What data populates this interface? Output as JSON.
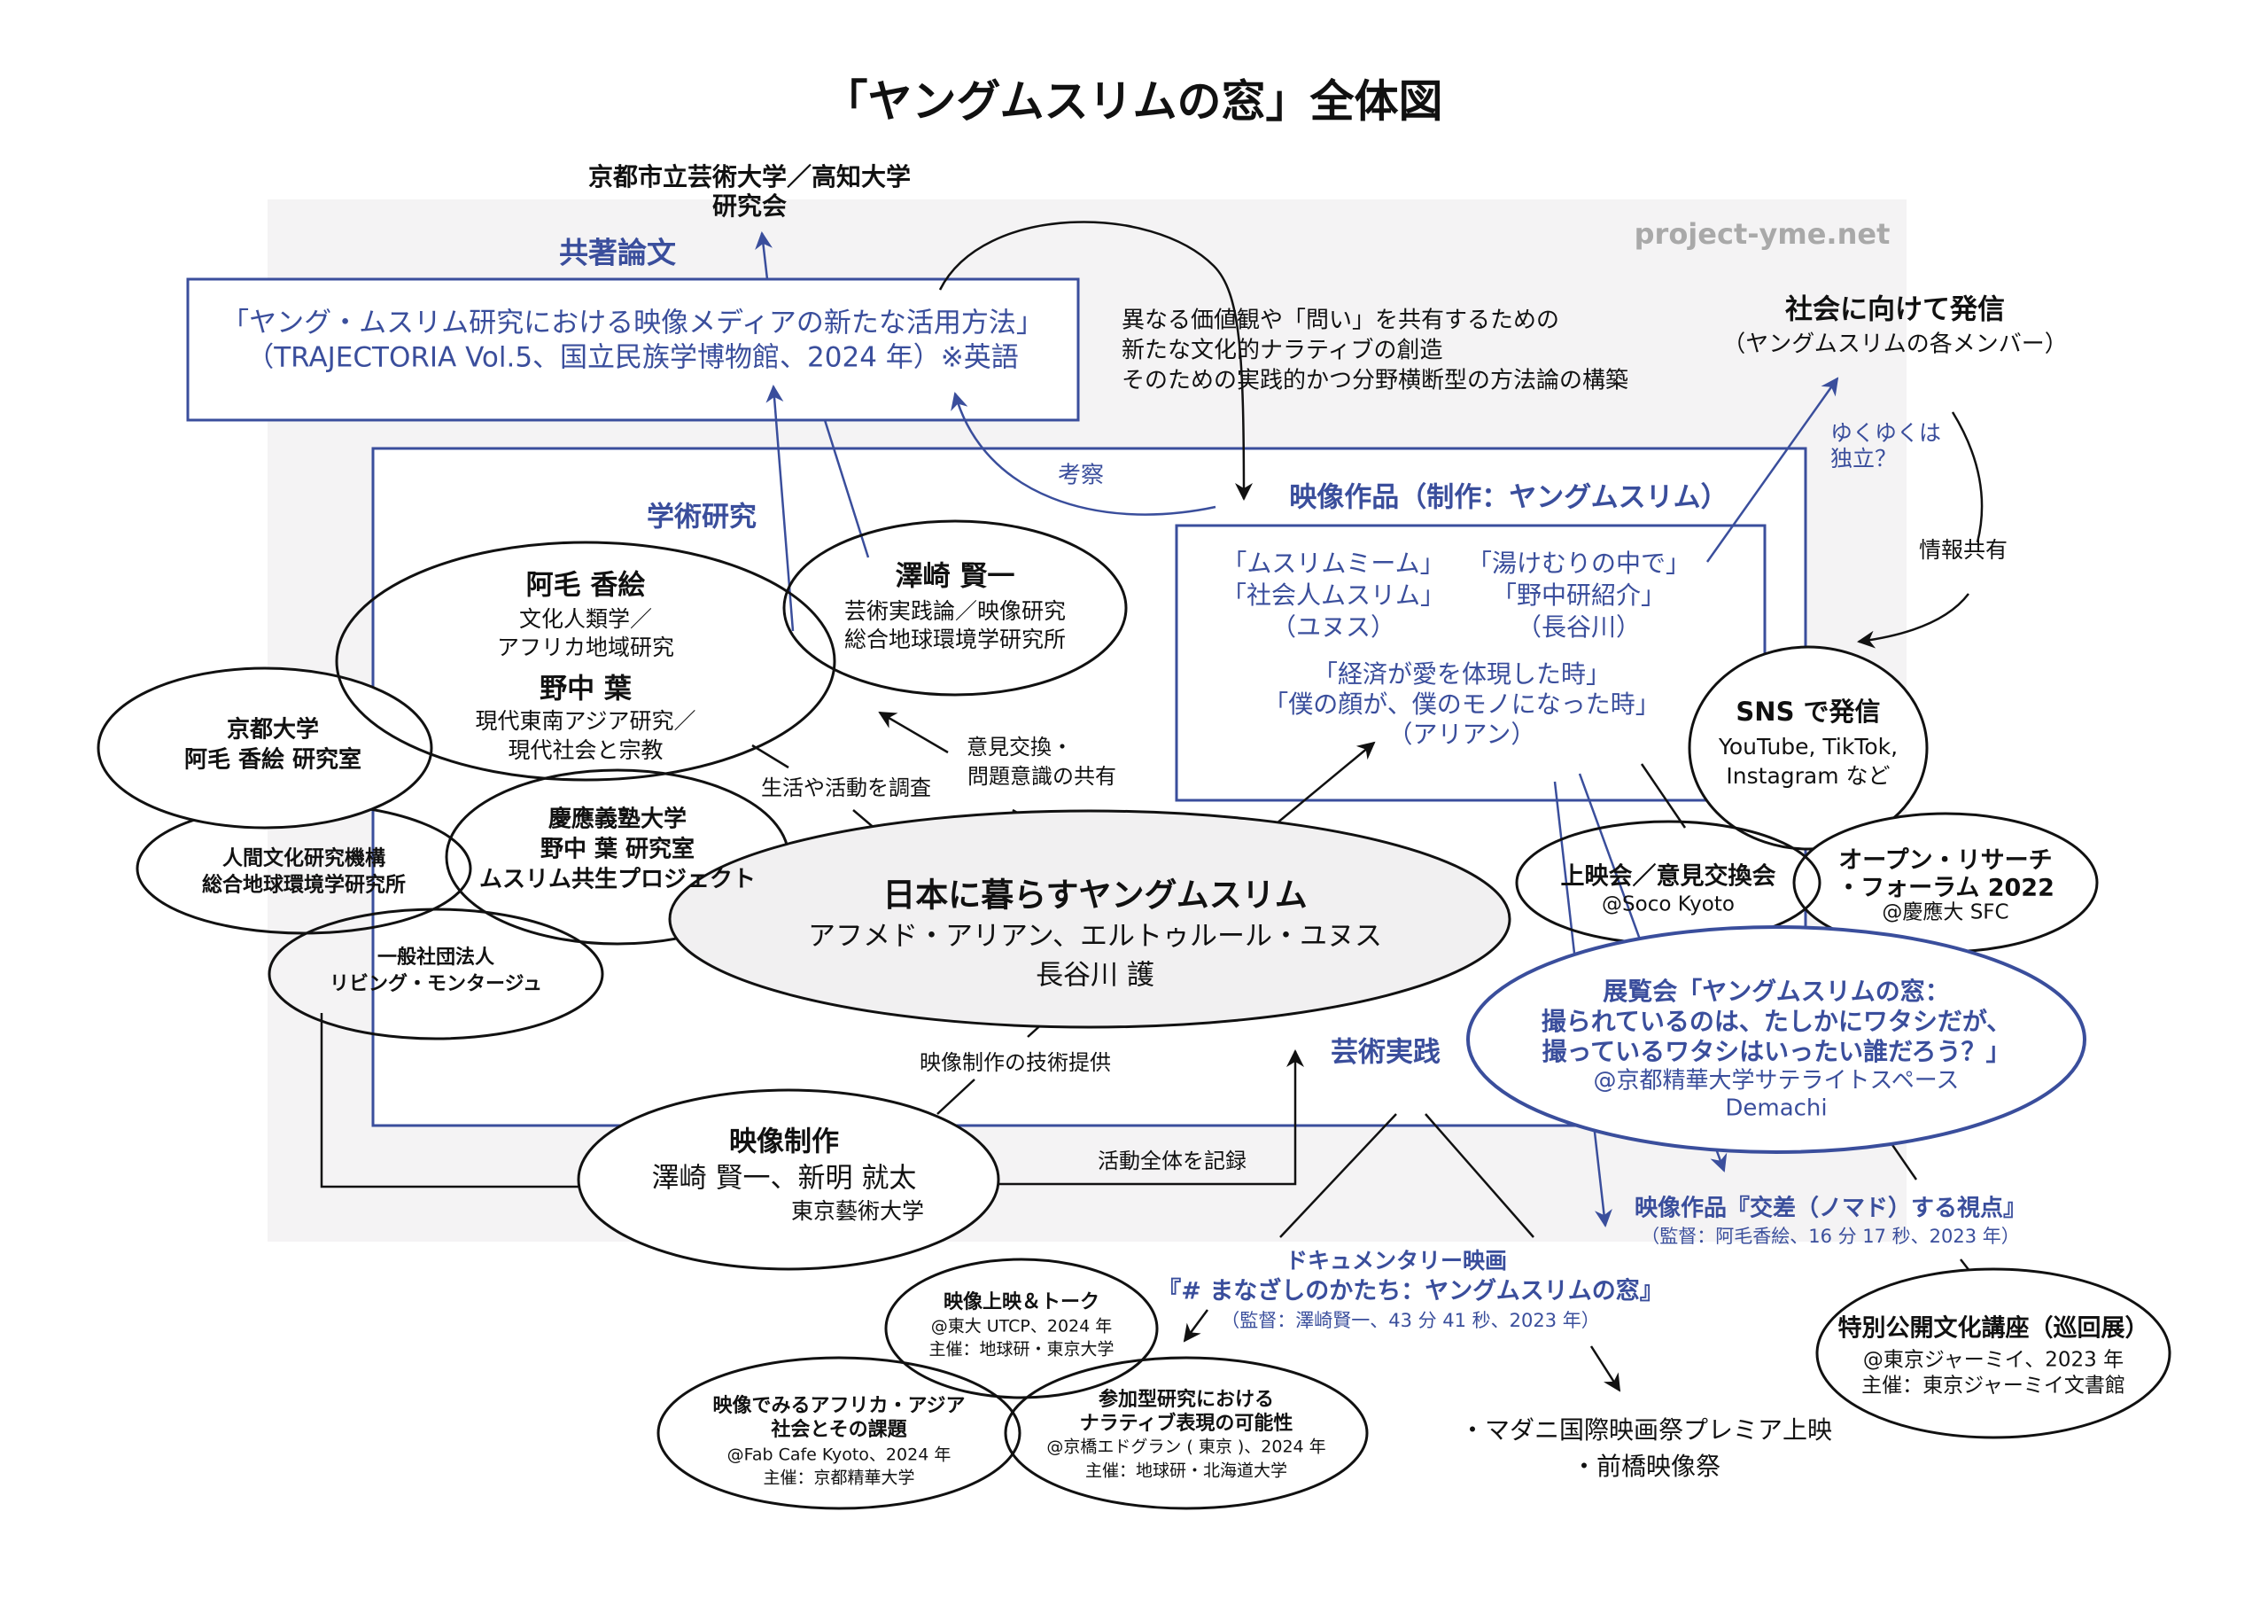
{
  "title": "「ヤングムスリムの窓」全体図",
  "watermark": "project-yme.net",
  "colors": {
    "accent": "#3a4e9c",
    "background_panel": "#f4f3f4",
    "line": "#111111",
    "central_fill": "#f1f0f1"
  },
  "kyoto_city": {
    "line1": "京都市立芸術大学／高知大学",
    "line2": "研究会"
  },
  "paper": {
    "heading": "共著論文",
    "line1": "「ヤング・ムスリム研究における映像メディアの新たな活用方法」",
    "line2": "（TRAJECTORIA Vol.5、国立民族学博物館、2024 年）※英語"
  },
  "goal": {
    "line1": "異なる価値観や「問い」を共有するための",
    "line2": "新たな文化的ナラティブの創造",
    "line3": "そのための実践的かつ分野横断型の方法論の構築"
  },
  "society": {
    "title": "社会に向けて発信",
    "subtitle": "（ヤングムスリムの各メンバー）",
    "independence": [
      "ゆくゆくは",
      "独立？"
    ],
    "info_share": "情報共有"
  },
  "consideration_label": "考察",
  "academic_label": "学術研究",
  "art_label": "芸術実践",
  "works": {
    "heading": "映像作品（制作：ヤングムスリム）",
    "col1": [
      "「ムスリムミーム」",
      "「社会人ムスリム」",
      "（ユヌス）"
    ],
    "col2": [
      "「湯けむりの中で」",
      "「野中研紹介」",
      "（長谷川）"
    ],
    "bottom": [
      "「経済が愛を体現した時」",
      "「僕の顔が、僕のモノになった時」",
      "（アリアン）"
    ]
  },
  "nodes": {
    "researchers": {
      "name1": "阿毛 香絵",
      "field1a": "文化人類学／",
      "field1b": "アフリカ地域研究",
      "name2": "野中 葉",
      "field2a": "現代東南アジア研究／",
      "field2b": "現代社会と宗教"
    },
    "sawazaki": {
      "name": "澤崎 賢一",
      "field": "芸術実践論／映像研究",
      "org": "総合地球環境学研究所"
    },
    "kyoto_univ": {
      "line1": "京都大学",
      "line2": "阿毛 香絵 研究室"
    },
    "nihu": {
      "line1": "人間文化研究機構",
      "line2": "総合地球環境学研究所"
    },
    "keio": {
      "line1": "慶應義塾大学",
      "line2": "野中 葉 研究室",
      "line3": "ムスリム共生プロジェクト"
    },
    "living_montage": {
      "line1": "一般社団法人",
      "line2": "リビング・モンタージュ"
    },
    "central": {
      "title": "日本に暮らすヤングムスリム",
      "line2": "アフメド・アリアン、エルトゥルール・ユヌス",
      "line3": "長谷川 護"
    },
    "production": {
      "title": "映像制作",
      "names": "澤崎 賢一、新明 就太",
      "org": "東京藝術大学"
    },
    "sns": {
      "title": "SNS で発信",
      "line2": "YouTube, TikTok,",
      "line3": "Instagram など"
    },
    "screening": {
      "title": "上映会／意見交換会",
      "venue": "@Soco Kyoto"
    },
    "forum": {
      "line1": "オープン・リサーチ",
      "line2": "・フォーラム 2022",
      "venue": "@慶應大 SFC"
    },
    "exhibition": {
      "line1": "展覧会「ヤングムスリムの窓：",
      "line2": "撮られているのは、たしかにワタシだが、",
      "line3": "撮っているワタシはいったい誰だろう？」",
      "venue1": "@京都精華大学サテライトスペース",
      "venue2": "Demachi"
    },
    "crossing": {
      "title": "映像作品『交差（ノマド）する視点』",
      "detail": "（監督：阿毛香絵、16 分 17 秒、2023 年）"
    },
    "documentary": {
      "line1": "ドキュメンタリー映画",
      "line2": "『# まなざしのかたち：ヤングムスリムの窓』",
      "detail": "（監督：澤崎賢一、43 分 41 秒、2023 年）"
    },
    "lecture": {
      "title": "特別公開文化講座（巡回展）",
      "venue": "@東京ジャーミイ、2023 年",
      "host": "主催：東京ジャーミイ文書館"
    },
    "talk": {
      "title": "映像上映＆トーク",
      "venue": "@東大 UTCP、2024 年",
      "host": "主催：地球研・東京大学"
    },
    "africa_asia": {
      "line1": "映像でみるアフリカ・アジア",
      "line2": "社会とその課題",
      "venue": "@Fab Cafe Kyoto、2024 年",
      "host": "主催：京都精華大学"
    },
    "participatory": {
      "line1": "参加型研究における",
      "line2": "ナラティブ表現の可能性",
      "venue": "@京橋エドグラン ( 東京 )、2024 年",
      "host": "主催：地球研・北海道大学"
    },
    "festivals": {
      "line1": "・マダニ国際映画祭プレミア上映",
      "line2": "・前橋映像祭"
    }
  },
  "edge_labels": {
    "exchange1": "意見交換・",
    "exchange2": "問題意識の共有",
    "survey": "生活や活動を調査",
    "tech": "映像制作の技術提供",
    "record": "活動全体を記録"
  }
}
